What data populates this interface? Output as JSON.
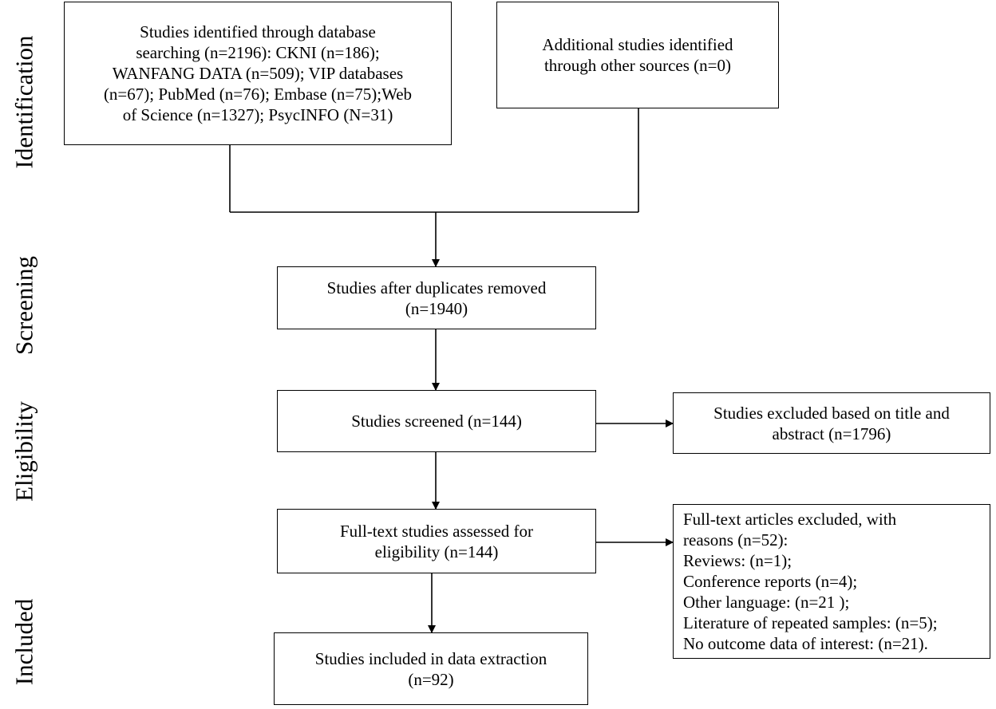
{
  "stages": {
    "identification": "Identification",
    "screening": "Screening",
    "eligibility": "Eligibility",
    "included": "Included"
  },
  "boxes": {
    "database_search": [
      "Studies identified through database",
      "searching (n=2196): CKNI (n=186);",
      "WANFANG DATA (n=509); VIP databases",
      "(n=67); PubMed (n=76); Embase (n=75);Web",
      "of Science (n=1327); PsycINFO (N=31)"
    ],
    "other_sources": [
      "Additional studies identified",
      "through other sources (n=0)"
    ],
    "duplicates_removed": [
      "Studies after duplicates removed",
      "(n=1940)"
    ],
    "screened": [
      "Studies screened (n=144)"
    ],
    "excluded_title": [
      "Studies excluded based on title and",
      "abstract (n=1796)"
    ],
    "fulltext_assessed": [
      "Full-text studies assessed for",
      "eligibility (n=144)"
    ],
    "fulltext_excluded": [
      "Full-text articles excluded, with",
      "reasons (n=52):",
      "Reviews: (n=1);",
      "Conference reports (n=4);",
      "Other language: (n=21 );",
      "Literature of repeated samples: (n=5);",
      "No outcome data of interest: (n=21)."
    ],
    "included_extraction": [
      "Studies included in data extraction",
      "(n=92)"
    ]
  }
}
